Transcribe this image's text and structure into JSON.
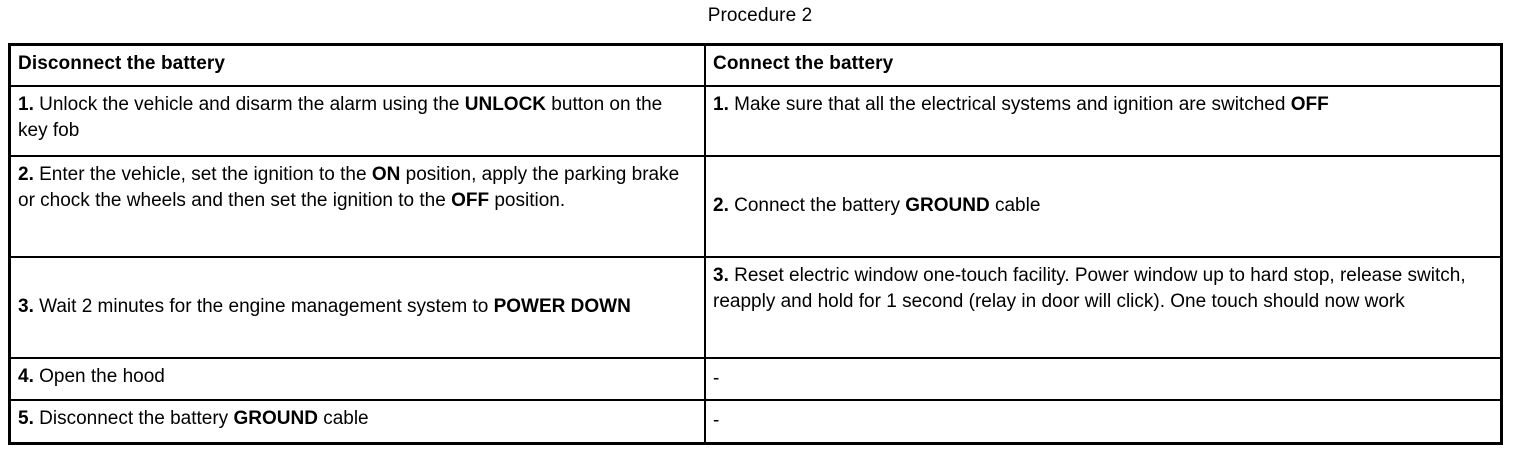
{
  "document": {
    "title": "Procedure 2"
  },
  "table": {
    "columns": [
      {
        "header": "Disconnect the battery"
      },
      {
        "header": "Connect the battery"
      }
    ],
    "rows": [
      {
        "left": {
          "number": "1.",
          "text": "Unlock the vehicle and disarm the alarm using the UNLOCK button on the key fob",
          "segments": [
            {
              "text": "1.",
              "bold": true
            },
            {
              "text": " Unlock the vehicle and disarm the alarm using the ",
              "bold": false
            },
            {
              "text": "UNLOCK",
              "bold": true
            },
            {
              "text": " button on the key fob",
              "bold": false
            }
          ]
        },
        "right": {
          "number": "1.",
          "text": "Make sure that all the electrical systems and ignition are switched OFF",
          "segments": [
            {
              "text": "1.",
              "bold": true
            },
            {
              "text": " Make sure that all the electrical systems and ignition are switched ",
              "bold": false
            },
            {
              "text": "OFF",
              "bold": true
            }
          ]
        }
      },
      {
        "left": {
          "number": "2.",
          "text": "Enter the vehicle, set the ignition to the ON position, apply the parking brake or chock the wheels and then set the ignition to the OFF position.",
          "segments": [
            {
              "text": "2.",
              "bold": true
            },
            {
              "text": " Enter the vehicle, set the ignition to the ",
              "bold": false
            },
            {
              "text": "ON",
              "bold": true
            },
            {
              "text": " position, apply the parking brake or chock the wheels and then set the ignition to the ",
              "bold": false
            },
            {
              "text": "OFF",
              "bold": true
            },
            {
              "text": " position.",
              "bold": false
            }
          ]
        },
        "right": {
          "number": "2.",
          "text": "Connect the battery GROUND cable",
          "segments": [
            {
              "text": "2.",
              "bold": true
            },
            {
              "text": " Connect the battery ",
              "bold": false
            },
            {
              "text": "GROUND",
              "bold": true
            },
            {
              "text": " cable",
              "bold": false
            }
          ]
        }
      },
      {
        "left": {
          "number": "3.",
          "text": "Wait 2 minutes for the engine management system to POWER DOWN",
          "segments": [
            {
              "text": "3.",
              "bold": true
            },
            {
              "text": " Wait 2 minutes for the engine management system to ",
              "bold": false
            },
            {
              "text": "POWER DOWN",
              "bold": true
            }
          ]
        },
        "right": {
          "number": "3.",
          "text": "Reset electric window one-touch facility. Power window up to hard stop, release switch, reapply and hold for 1 second (relay in door will click). One touch should now work",
          "segments": [
            {
              "text": "3.",
              "bold": true
            },
            {
              "text": " Reset electric window one-touch facility. Power window up to hard stop, release switch, reapply and hold for 1 second (relay in door will click). One touch should now work",
              "bold": false
            }
          ]
        }
      },
      {
        "left": {
          "number": "4.",
          "text": "Open the hood",
          "segments": [
            {
              "text": "4.",
              "bold": true
            },
            {
              "text": " Open the hood",
              "bold": false
            }
          ]
        },
        "right": {
          "number": "",
          "text": "-",
          "segments": [
            {
              "text": "-",
              "bold": false
            }
          ]
        }
      },
      {
        "left": {
          "number": "5.",
          "text": "Disconnect the battery GROUND cable",
          "segments": [
            {
              "text": "5.",
              "bold": true
            },
            {
              "text": " Disconnect the battery ",
              "bold": false
            },
            {
              "text": "GROUND",
              "bold": true
            },
            {
              "text": " cable",
              "bold": false
            }
          ]
        },
        "right": {
          "number": "",
          "text": "-",
          "segments": [
            {
              "text": "-",
              "bold": false
            }
          ]
        }
      }
    ]
  },
  "colors": {
    "border": "#000000",
    "text": "#000000",
    "background": "#ffffff"
  }
}
